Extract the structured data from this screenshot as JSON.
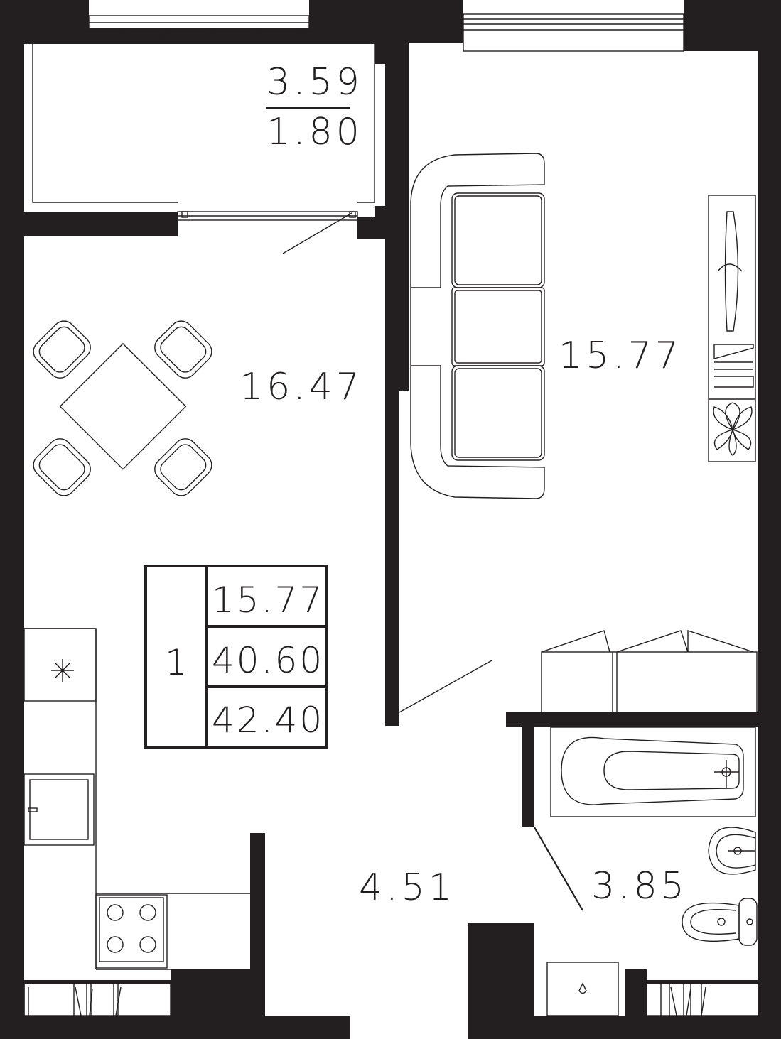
{
  "rooms": {
    "balcony": {
      "area": "3.59",
      "reduced_area": "1.80"
    },
    "kitchen_living": {
      "area": "16.47"
    },
    "bedroom": {
      "area": "15.77"
    },
    "hallway": {
      "area": "4.51"
    },
    "bathroom": {
      "area": "3.85"
    }
  },
  "summary": {
    "room_count": "1",
    "living_area": "15.77",
    "total_area": "40.60",
    "total_area_with_balcony": "42.40"
  },
  "colors": {
    "wall": "#231f20",
    "background": "#ffffff"
  },
  "icons": [
    "window-icon",
    "door-swing-icon",
    "dining-table-icon",
    "chair-icon",
    "sofa-icon",
    "tv-icon",
    "plant-icon",
    "wardrobe-icon",
    "bathtub-icon",
    "sink-icon",
    "toilet-icon",
    "stove-icon",
    "fridge-icon",
    "washing-machine-icon",
    "radiator-icon"
  ]
}
